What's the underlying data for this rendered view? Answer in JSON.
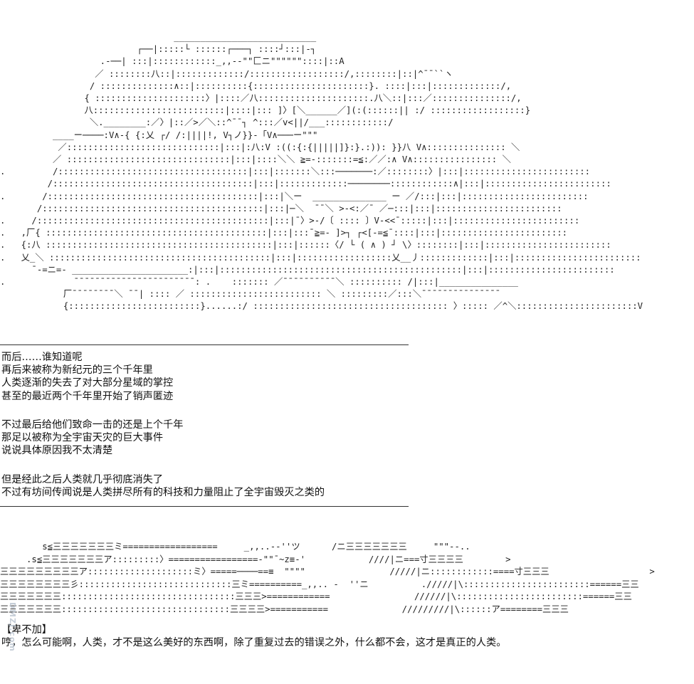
{
  "ascii_art_top": "                                 ___________________________\n                          ┌──|:::::└ ::::::┌───┐ ::::┘:::|-┐\n                   .-──| :::|::::::::::::_,,-‐\"\"匚ニ\"\"\"\"\"\"::::|::A\n                  ／ ::::::::八::|:::::::::::::/::::::::::::::::::/,::::::::|::|^¯¯``ヽ\n                 / ::::::::::::::∧::|::::::::::{::::::::::::::::::::::}. ::::|:::|:::::::::::::/,\n                { :::::::::::::::::::::〉|::::／八:::::::::::::::::::::.八＼::|:::／:::::::::::::::/,\n                八:::::::::::::::::::::::::|::::|::: ]〉[＼______／](:(::::::|| :/ ::::::::::::::::::}\n                 ＼.________:／〉|::／>／＼::^¯¯┐ ^:::／v<||/___::::::::::::/\n          ____ー────:V∧-{ {:乂 ┌/ /:||||!, V┐ノ}}-「V∧───ー\"\"\"\n           ／:::::::::::::::::::::::::::::|:::|:八:V :((:{:{|||||]}:}.:)): }}八 V∧::::::::::::::: ＼\n          ／ :::::::::::::::::::::::::::::::|:::|::::＼＼ ≧=-:::::::=≦:／／:∧ V∧:::::::::::::::: ＼\n.         /::::::::::::::::::::::::::::::::::::|:::|:::::::＼:::───────:／::::::::〉|:::|::::::::::::::::::::::::\n         /::::::::::::::::::::::::::::::::::::::|:::|:::::::::::::────────::::::::::::∧|:::|::::::::::::::::::::::::\n.       /::::::::::::::::::::::::::::::::::::::::|:::|＼ー  ______________ ー ／/:::|:::|::::::::::::::::::::::::\n       /::::::::::::::::::::::::::::::::::::::::::|:::|─＼  ¯¯＼ >-<:／¯ ／─:::|:::|::::::::::::::::::::::::\n.     /::::::::::::::::::::::::::::::::::::::::::::|:::|¯〉>-/〔 :::: 〕V-<<¯:::::|:::|::::::::::::::::::::::::\n.   ,厂{ ::::::::::::::::::::::::::::::::::::::::::|:::|:::¯≧=- ]>┐ ┌<[-=≦¯::::|:::|::::::::::::::::::::::::\n.   {:八 :::::::::::::::::::::::::::::::::::::::::::|:::|::::::〈/ └ ( ∧ ) ┘ \\〉::::::::|:::|::::::::::::::::::::::::\n.   乂_＼ ::::::::::::::::::::::::::::::::::::::::::|:::|::::::::::::::::::乂__丿:::::::::::::|:::|::::::::::::::::::::::::\n      ¯-=ニ=- ______________________:|:::|::::::::::::::::::::::::::::::::::::::::::::::|:::|::::::::::::::::::::::::\n.             ¯¯¯¯¯¯¯¯¯¯¯¯¯¯¯¯¯¯¯¯¯¯¯: .    ::::::: ／¯¯¯¯¯¯¯¯¯¯＼ :::::::::: /|:::|_______________\n            厂¯¯¯¯¯¯¯¯＼ ¯¯| :::: ／ ::::::::::::::::::::::::: ＼ :::::::::／:::＼¯¯¯¯¯¯¯¯¯¯¯¯¯¯¯\n            {:::::::::::::::::::::::::}......:/ ::::::::::::::::::::::::::::::::::::: 〉::::: ／^＼:::::::::::::::::::::::V",
  "ascii_art_bottom": "        s≦三三三三三三三ミ==================     _,,..-‐''ツ      /ニ三三三三三三三     \"\"\"-‐..\n     .s≦三三三三三三三ア:::::::::〉=================-\"\"¯~z≡-'            ////|ニ===寸三三三三        >\n三三三三三三三三三ア::::::::::::::::::::ミ〉=====────==≡  \"\"\"\"                /////|ニ::::::::::::====寸三三三                   >\n三三三三三三三三彡:::::::::::::::::::::::::::::三ミ==========_,,.. -  ''ニ          ./////|\\::::::::::::::::::::::::======三三\n三三三三三三三:::::::::::::::::::::::::::::::::三三三>============                //////|\\::::::::::::::::::::::::======三三\n三三三三三三三::::::::::::::::::::::::::::::::三三三三>===========              /////////|\\::::::ア========三三三",
  "section_one": {
    "lines": [
      "而后……谁知道呢",
      "再后来被称为新纪元的三个千年里",
      "人类逐渐的失去了对大部分星域的掌控",
      "甚至的最近两个千年里开始了销声匿迹"
    ]
  },
  "section_two": {
    "lines": [
      "不过最后给他们致命一击的还是上个千年",
      "那足以被称为全宇宙天灾的巨大事件",
      "说说具体原因我不太清楚"
    ]
  },
  "section_three": {
    "lines": [
      "但是经此之后人类就几乎彻底消失了",
      "不过有坊间传闻说是人类拼尽所有的科技和力量阻止了全宇宙毁灭之类的"
    ]
  },
  "dialogue": {
    "speaker": "【卑不加】",
    "line": "哼，怎么可能啊，人类，才不是这么美好的东西啊，除了重复过去的错误之外，什么都不会，这才是真正的人类。"
  },
  "watermark": "DMZJ.com"
}
